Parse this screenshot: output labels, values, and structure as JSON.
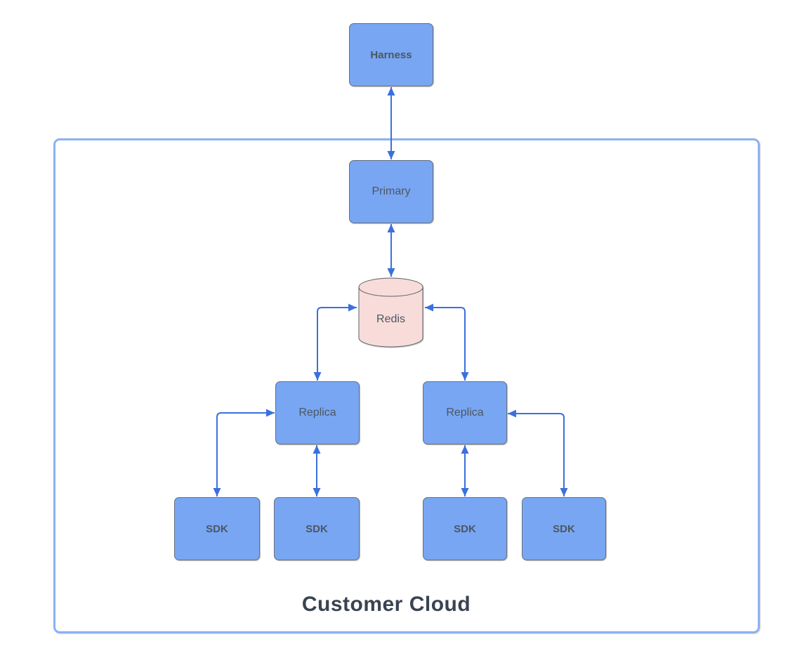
{
  "container": {
    "label": "Customer Cloud"
  },
  "nodes": {
    "harness": {
      "label": "Harness"
    },
    "primary": {
      "label": "Primary"
    },
    "redis": {
      "label": "Redis"
    },
    "replica_left": {
      "label": "Replica"
    },
    "replica_right": {
      "label": "Replica"
    },
    "sdk_1": {
      "label": "SDK"
    },
    "sdk_2": {
      "label": "SDK"
    },
    "sdk_3": {
      "label": "SDK"
    },
    "sdk_4": {
      "label": "SDK"
    }
  },
  "edges": [
    {
      "from": "harness",
      "to": "primary",
      "bidirectional": true
    },
    {
      "from": "primary",
      "to": "redis",
      "bidirectional": true
    },
    {
      "from": "replica_left",
      "to": "redis",
      "bidirectional": true
    },
    {
      "from": "replica_right",
      "to": "redis",
      "bidirectional": true
    },
    {
      "from": "sdk_1",
      "to": "replica_left",
      "bidirectional": true
    },
    {
      "from": "sdk_2",
      "to": "replica_left",
      "bidirectional": true
    },
    {
      "from": "sdk_3",
      "to": "replica_right",
      "bidirectional": true
    },
    {
      "from": "sdk_4",
      "to": "replica_right",
      "bidirectional": true
    }
  ],
  "colors": {
    "node_fill": "#78a6f2",
    "node_border": "#66707d",
    "redis_fill": "#f8dcda",
    "redis_border": "#5d6066",
    "edge": "#3b70dd",
    "container_border": "#8ab1f2",
    "label_text": "#4d5663",
    "container_label_text": "#3a4351",
    "canvas_bg": "#ffffff"
  }
}
